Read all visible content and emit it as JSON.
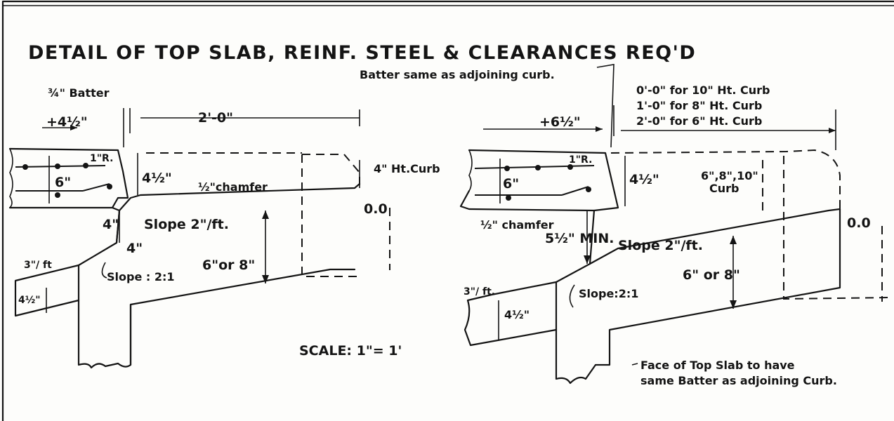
{
  "title": "DETAIL  OF TOP SLAB, REINF. STEEL & CLEARANCES REQ'D",
  "left": {
    "batter": "¾\" Batter",
    "plus": "+4½\"",
    "width": "2'-0\"",
    "radius": "1\"R.",
    "slab_depth": "6\"",
    "rise": "4½\"",
    "chamfer": "½\"chamfer",
    "curb_height": "4\" Ht.Curb",
    "zero": "0.0",
    "drop": "4\"",
    "slope": "Slope 2\"/ft.",
    "four": "4\"",
    "depth": "6\"or 8\"",
    "slope_ratio": "Slope : 2:1",
    "edge_slope": "3\"/ ft",
    "edge_depth": "4½\""
  },
  "right": {
    "batter_note": "Batter same as adjoining curb.",
    "curb_line1": "0'-0\" for 10\" Ht. Curb",
    "curb_line2": "1'-0\" for 8\" Ht. Curb",
    "curb_line3": "2'-0\" for 6\" Ht. Curb",
    "plus": "+6½\"",
    "radius": "1\"R.",
    "slab_depth": "6\"",
    "rise": "4½\"",
    "curb_heights": "6\",8\",10\"",
    "curb_word": "Curb",
    "zero": "0.0",
    "chamfer": "½\" chamfer",
    "min": "5½\" MIN.",
    "slope": "Slope 2\"/ft.",
    "depth": "6\" or 8\"",
    "slope_ratio": "Slope:2:1",
    "edge_slope": "3\"/ ft.",
    "edge_depth": "4½\"",
    "face_note1": "Face of Top Slab to have",
    "face_note2": "same Batter as adjoining Curb."
  },
  "scale": "SCALE: 1\"= 1'"
}
